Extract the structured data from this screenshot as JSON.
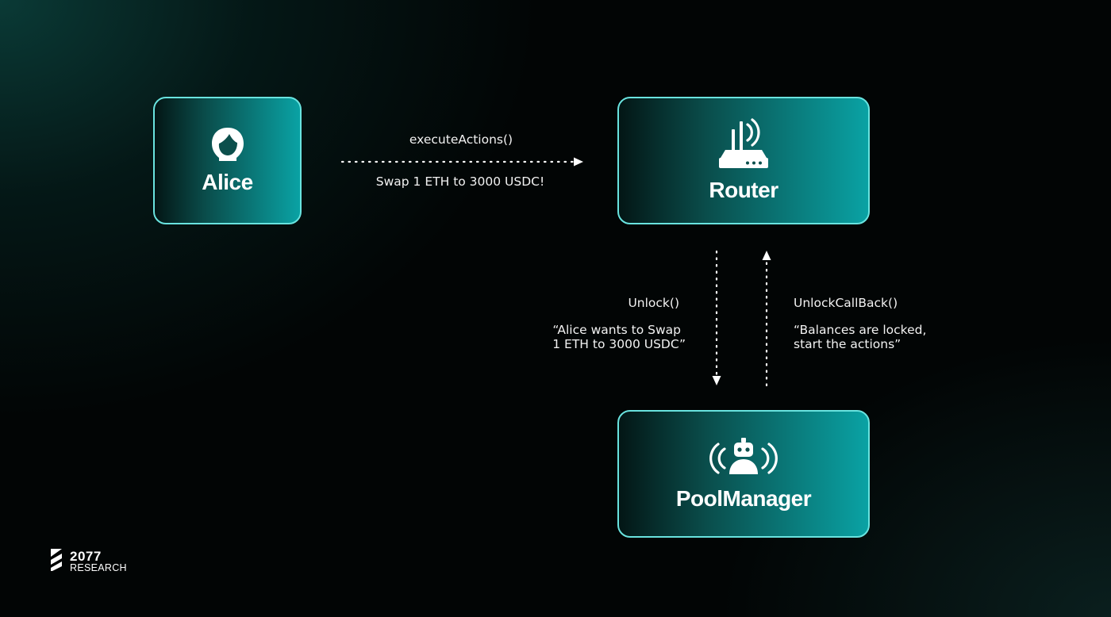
{
  "nodes": {
    "alice": {
      "label": "Alice"
    },
    "router": {
      "label": "Router"
    },
    "pool": {
      "label": "PoolManager"
    }
  },
  "edges": {
    "execute": {
      "label": "executeActions()",
      "note": "Swap 1 ETH to 3000 USDC!"
    },
    "unlock": {
      "label": "Unlock()",
      "note_line1": "“Alice wants to Swap",
      "note_line2": "1 ETH to 3000 USDC”"
    },
    "callback": {
      "label": "UnlockCallBack()",
      "note_line1": "“Balances are locked,",
      "note_line2": "start the actions”"
    }
  },
  "logo": {
    "number": "2077",
    "text": "RESEARCH"
  },
  "icons": {
    "alice": "user-icon",
    "router": "router-icon",
    "pool": "robot-icon"
  },
  "colors": {
    "border": "#69e3df",
    "box_dark": "#031615",
    "box_light": "#0aa2a4"
  }
}
